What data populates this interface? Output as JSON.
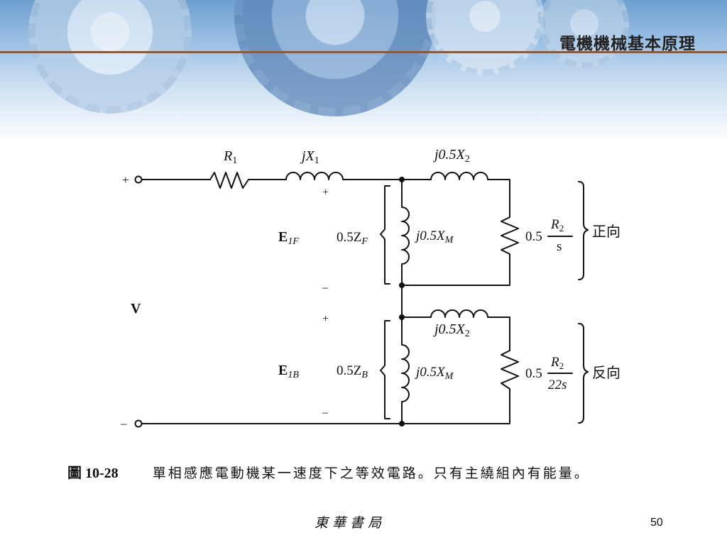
{
  "header": {
    "title": "電機機械基本原理"
  },
  "diagram": {
    "terminals": {
      "plus": "+",
      "minus": "–"
    },
    "series": {
      "resistor": "R",
      "resistor_sub": "1",
      "reactance_prefix": "jX",
      "reactance_sub": "1"
    },
    "forward": {
      "e_label": "E",
      "e_sub": "1F",
      "z_label": "0.5Z",
      "z_sub": "F",
      "x2_label": "j0.5X",
      "x2_sub": "2",
      "xm_label": "j0.5X",
      "xm_sub": "M",
      "r_coef": "0.5",
      "r_num": "R",
      "r_num_sub": "2",
      "r_den": "s",
      "direction": "正向",
      "plus": "+",
      "minus": "–"
    },
    "backward": {
      "e_label": "E",
      "e_sub": "1B",
      "z_label": "0.5Z",
      "z_sub": "B",
      "x2_label": "j0.5X",
      "x2_sub": "2",
      "xm_label": "j0.5X",
      "xm_sub": "M",
      "r_coef": "0.5",
      "r_num": "R",
      "r_num_sub": "2",
      "r_den": "2",
      "r_den_s": "s",
      "direction": "反向",
      "plus": "+",
      "minus": "–"
    },
    "voltage_label": "V"
  },
  "caption": {
    "number": "圖 10-28",
    "text": "單相感應電動機某一速度下之等效電路。只有主繞組內有能量。"
  },
  "footer": {
    "publisher": "東華書局",
    "page": "50"
  }
}
